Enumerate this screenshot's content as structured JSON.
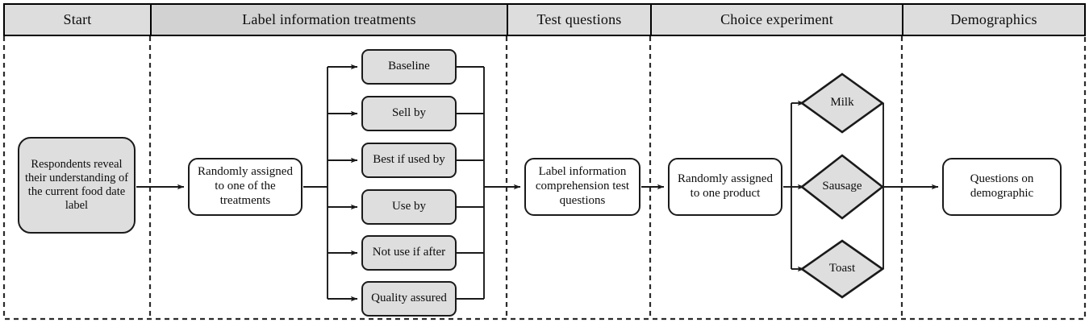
{
  "diagram": {
    "title": "Survey flow diagram",
    "colors": {
      "header_fill": "#dddddd",
      "header_fill_emphasis": "#d2d2d2",
      "node_fill_gray": "#dedede",
      "node_fill_white": "#ffffff",
      "stroke": "#1a1a1a",
      "divider": "#333333"
    },
    "header": {
      "cells": [
        {
          "label": "Start"
        },
        {
          "label": "Label information treatments"
        },
        {
          "label": "Test questions"
        },
        {
          "label": "Choice experiment"
        },
        {
          "label": "Demographics"
        }
      ]
    },
    "nodes": {
      "start": "Respondents reveal their understanding of the current food date label",
      "randomly_assigned_treatment": "Randomly assigned to one of the treatments",
      "test_questions": "Label information comprehension test questions",
      "randomly_assigned_product": "Randomly assigned to one product",
      "demographics": "Questions on demographic"
    },
    "treatments": [
      {
        "label": "Baseline"
      },
      {
        "label": "Sell by"
      },
      {
        "label": "Best if used by"
      },
      {
        "label": "Use by"
      },
      {
        "label": "Not use if after"
      },
      {
        "label": "Quality assured"
      }
    ],
    "products": [
      {
        "label": "Milk"
      },
      {
        "label": "Sausage"
      },
      {
        "label": "Toast"
      }
    ]
  }
}
